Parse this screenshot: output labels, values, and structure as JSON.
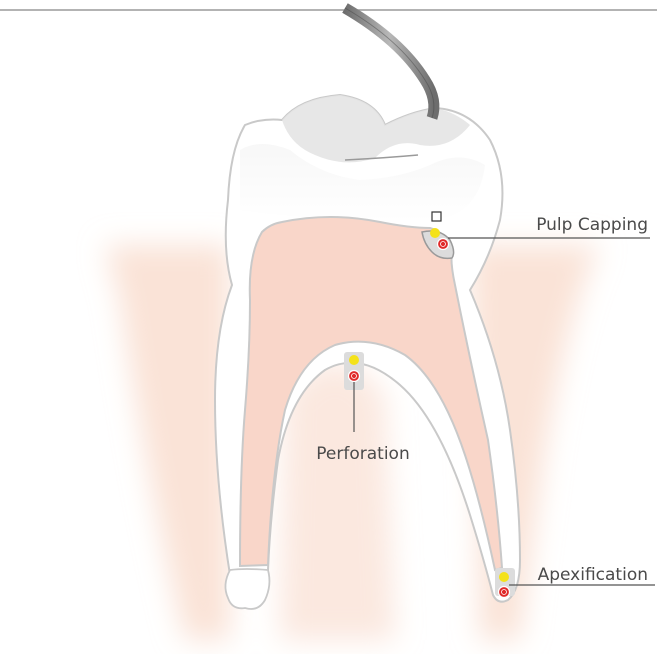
{
  "labels": {
    "pulp_capping": "Pulp Capping",
    "perforation": "Perforation",
    "apexification": "Apexification"
  },
  "colors": {
    "pulp": "#f9d6c9",
    "gum_glow": "#f7d2c0",
    "enamel_stroke": "#c9c9c9",
    "instrument": "#8a8a8a",
    "marker_yellow": "#f4e21a",
    "marker_red": "#e02a2a",
    "leader_line": "#555555",
    "top_rule": "#9a9a9a"
  }
}
